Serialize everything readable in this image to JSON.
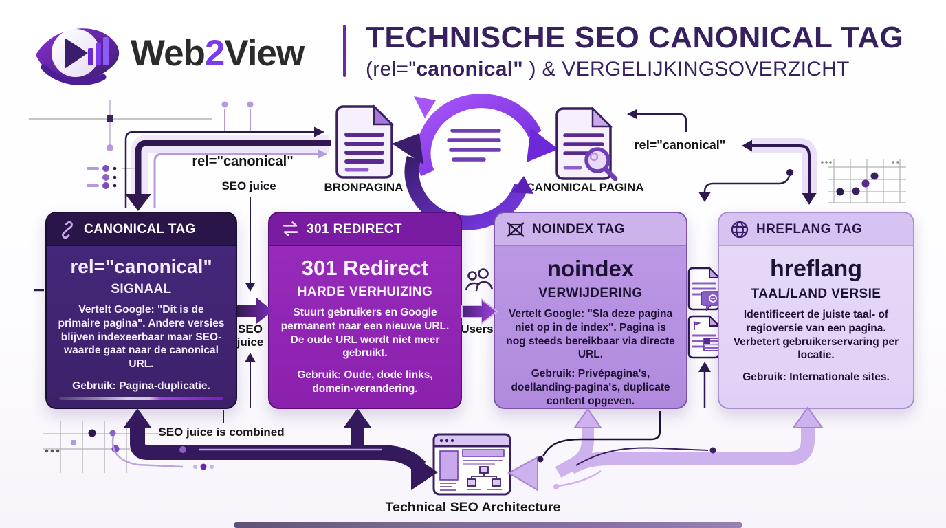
{
  "header": {
    "brand_pre": "Web",
    "brand_num": "2",
    "brand_post": "View",
    "title_line1": "TECHNISCHE SEO CANONICAL TAG",
    "title_line2_prefix": "(rel=\"",
    "title_line2_bold": "canonical\"",
    "title_line2_suffix": " ) & VERGELIJKINGSOVERZICHT"
  },
  "flow_top": {
    "rel_canonical_left": "rel=\"canonical\"",
    "seo_juice": "SEO juice",
    "bronpagina_label": "BRONPAGINA",
    "canonical_pagina_label": "CANONICAL PAGINA",
    "rel_canonical_right": "rel=\"canonical\""
  },
  "connectors": {
    "seo_word": "SEO",
    "juice_word": "juice",
    "users_label": "Users"
  },
  "cards": [
    {
      "icon": "link-icon",
      "header": "CANONICAL TAG",
      "title": "rel=\"canonical\"",
      "subtitle": "SIGNAAL",
      "body": "Vertelt Google: \"Dit is de primaire pagina\". Andere versies blijven indexeerbaar maar SEO-waarde gaat naar de canonical URL.",
      "gebruik_label": "Gebruik:",
      "gebruik": "Pagina-duplicatie."
    },
    {
      "icon": "redirect-icon",
      "header": "301 REDIRECT",
      "title": "301 Redirect",
      "subtitle": "HARDE VERHUIZING",
      "body": "Stuurt gebruikers en Google permanent naar een nieuwe URL. De oude URL wordt niet meer gebruikt.",
      "gebruik_label": "Gebruik:",
      "gebruik": "Oude, dode links, domein-verandering."
    },
    {
      "icon": "noindex-icon",
      "header": "NOINDEX TAG",
      "title": "noindex",
      "subtitle": "VERWIJDERING",
      "body": "Vertelt Google: \"Sla deze pagina niet op in de index\". Pagina is nog steeds bereikbaar via directe URL.",
      "gebruik_label": "Gebruik:",
      "gebruik": "Privépagina's, doellanding-pagina's, duplicate content opgeven."
    },
    {
      "icon": "globe-icon",
      "header": "HREFLANG TAG",
      "title": "hreflang",
      "subtitle": "TAAL/LAND VERSIE",
      "body": "Identificeert de juiste taal- of regioversie van een pagina. Verbetert gebruikerservaring per locatie.",
      "gebruik_label": "Gebruik:",
      "gebruik": "Internationale sites."
    }
  ],
  "flow_bottom": {
    "combined_label": "SEO juice is combined",
    "architecture_label": "Technical SEO Architecture"
  },
  "colors": {
    "brand_purple": "#7c3aed",
    "title_purple": "#372060",
    "card1_dark": "#3c2169",
    "card2_purple": "#8a21ac",
    "card3_lilac": "#b18ade",
    "card4_lavender": "#e0d0f5",
    "arrow_dark": "#31194f",
    "arrow_light": "#cdb2ee"
  }
}
